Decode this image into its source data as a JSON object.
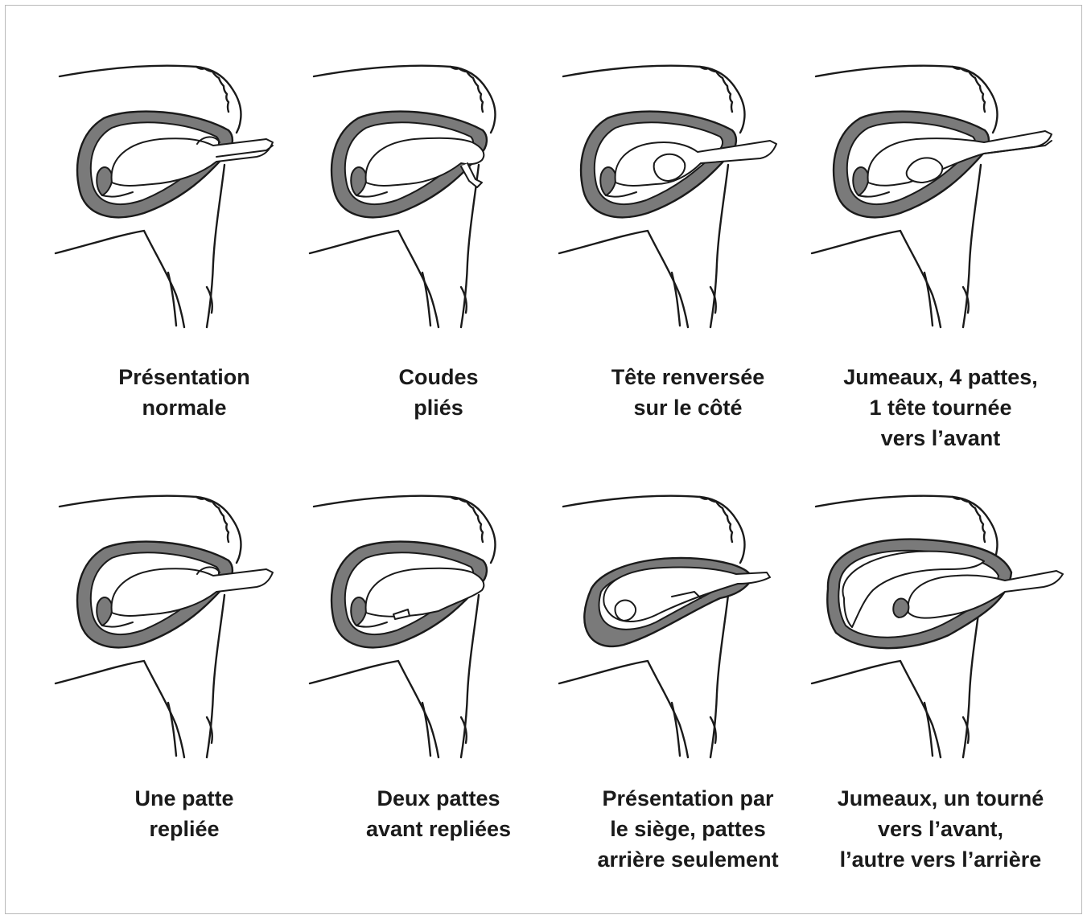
{
  "colors": {
    "ink": "#1a1a1a",
    "shade": "#7a7a7a",
    "frame": "#b9b9b9"
  },
  "panels": [
    {
      "variant": "normal",
      "caption": "Présentation\nnormale"
    },
    {
      "variant": "elbows",
      "caption": "Coudes\npliés"
    },
    {
      "variant": "head-back",
      "caption": "Tête renversée\nsur le côté"
    },
    {
      "variant": "twins-fwd",
      "caption": "Jumeaux, 4 pattes,\n1 tête tournée\nvers l’avant"
    },
    {
      "variant": "one-leg",
      "caption": "Une patte\nrepliée"
    },
    {
      "variant": "two-legs",
      "caption": "Deux pattes\navant repliées"
    },
    {
      "variant": "breech",
      "caption": "Présentation par\nle siège, pattes\narrière seulement"
    },
    {
      "variant": "twins-mix",
      "caption": "Jumeaux, un tourné\nvers l’avant,\nl’autre vers l’arrière"
    }
  ]
}
